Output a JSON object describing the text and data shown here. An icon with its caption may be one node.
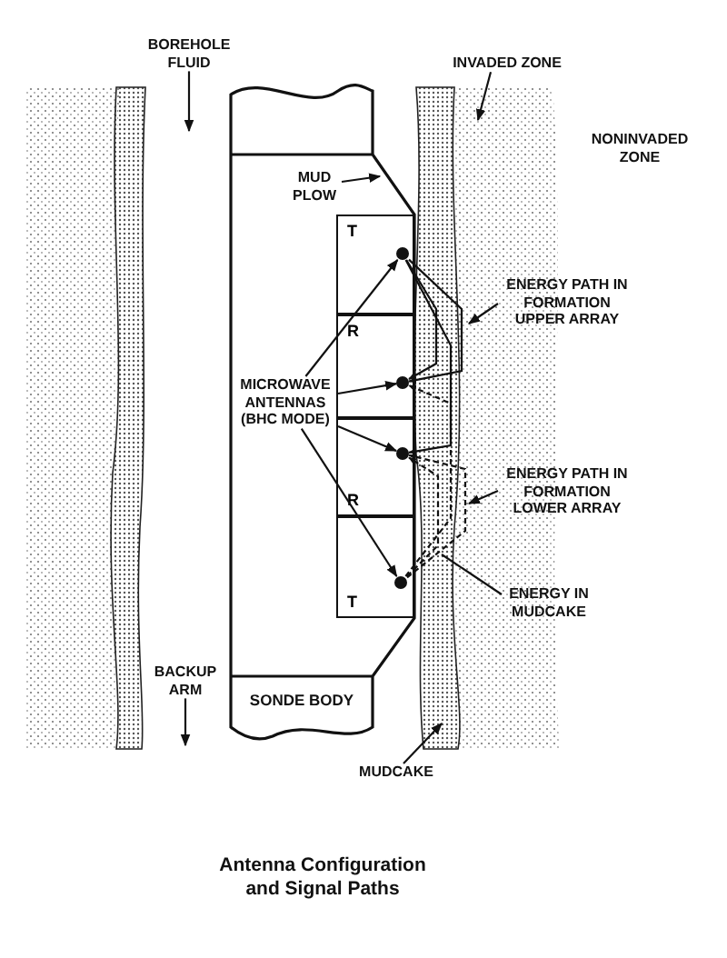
{
  "diagram": {
    "title": "Antenna Configuration and Signal Paths",
    "nodes": [
      {
        "text": [
          "BOREHOLE FLUID"
        ]
      },
      {
        "text": [
          "INVADED ZONE"
        ]
      },
      {
        "text": [
          "MUD PLOW"
        ]
      },
      {
        "text": [
          "T"
        ]
      },
      {
        "text": [
          "R"
        ]
      },
      {
        "text": [
          "R"
        ]
      },
      {
        "text": [
          "T"
        ]
      },
      {
        "text": [],
        "shape": "circle",
        "in": 3
      },
      {
        "text": [],
        "shape": "circle",
        "in": 4
      },
      {
        "text": [],
        "shape": "circle",
        "in": 5
      },
      {
        "text": [],
        "shape": "circle",
        "in": 6
      },
      {
        "text": [
          "MICROWAVE ANTENNAS (BHC MODE)"
        ]
      },
      {
        "text": [
          "ENERGY PATH IN FORMATION UPPER ARRAY"
        ]
      },
      {
        "text": [
          "ENERGY PATH IN FORMATION LOWER ARRAY"
        ]
      },
      {
        "text": [
          "ENERGY IN MUDCAKE"
        ]
      },
      {
        "text": [
          "BACKUP ARM"
        ]
      },
      {
        "text": [
          "SONDE BODY"
        ]
      },
      {
        "text": [
          "MUDCAKE"
        ]
      }
    ],
    "edges": [
      {
        "from": 0,
        "to": null,
        "arrow": "to"
      },
      {
        "from": 1,
        "to": null,
        "arrow": "to"
      },
      {
        "from": 2,
        "to": null,
        "arrow": "to"
      },
      {
        "from": 11,
        "to": 7,
        "arrow": "to"
      },
      {
        "from": 11,
        "to": 8,
        "arrow": "to"
      },
      {
        "from": 11,
        "to": 9,
        "arrow": "to"
      },
      {
        "from": 11,
        "to": 10,
        "arrow": "to"
      },
      {
        "from": 12,
        "to": null,
        "arrow": "to"
      },
      {
        "from": 13,
        "to": null,
        "arrow": "to"
      },
      {
        "from": 14,
        "to": null,
        "arrow": "none"
      },
      {
        "from": 15,
        "to": null,
        "arrow": "to"
      },
      {
        "from": 17,
        "to": null,
        "arrow": "to"
      },
      {
        "from": 7,
        "to": 8,
        "arrow": "to"
      },
      {
        "from": 7,
        "to": 8,
        "arrow": "to"
      },
      {
        "from": 7,
        "to": 9,
        "arrow": "to"
      },
      {
        "from": 10,
        "to": 9,
        "arrow": "to",
        "style": "dashed"
      },
      {
        "from": 10,
        "to": 9,
        "arrow": "to",
        "style": "dashed"
      },
      {
        "from": 10,
        "to": 8,
        "arrow": "to",
        "style": "dashed"
      }
    ],
    "labels": [
      "NONINVADED ZONE"
    ]
  }
}
